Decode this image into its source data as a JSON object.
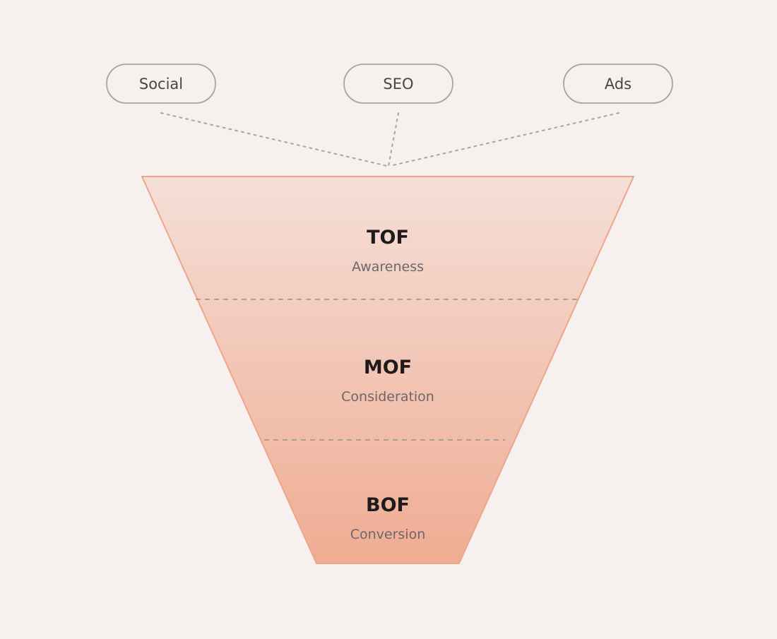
{
  "sources": [
    {
      "id": "social",
      "label": "Social"
    },
    {
      "id": "seo",
      "label": "SEO"
    },
    {
      "id": "ads",
      "label": "Ads"
    }
  ],
  "stages": [
    {
      "id": "tof",
      "title": "TOF",
      "subtitle": "Awareness"
    },
    {
      "id": "mof",
      "title": "MOF",
      "subtitle": "Consideration"
    },
    {
      "id": "bof",
      "title": "BOF",
      "subtitle": "Conversion"
    }
  ],
  "colors": {
    "background": "#f6f1ef",
    "funnel_top": "#f5dfd7",
    "funnel_bottom": "#efac93",
    "funnel_edge": "#eea58b",
    "pill_border": "#a8a0a2",
    "connector": "#aaa2a4",
    "divider": "#9b8f90"
  }
}
